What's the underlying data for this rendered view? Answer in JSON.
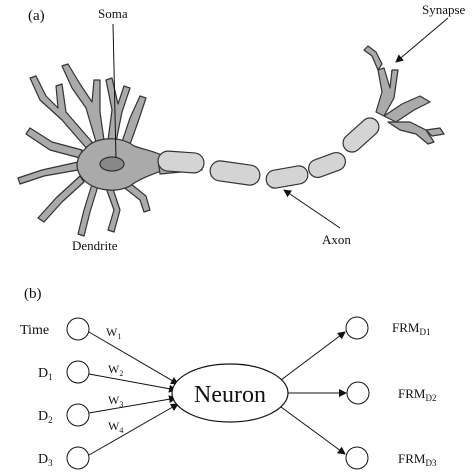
{
  "panel_a": {
    "label": "(a)",
    "soma_label": "Soma",
    "synapse_label": "Synapse",
    "dendrite_label": "Dendrite",
    "axon_label": "Axon"
  },
  "panel_b": {
    "label": "(b)",
    "inputs": [
      {
        "main": "Time",
        "sub": ""
      },
      {
        "main": "D",
        "sub": "1"
      },
      {
        "main": "D",
        "sub": "2"
      },
      {
        "main": "D",
        "sub": "3"
      }
    ],
    "weights": [
      {
        "main": "W",
        "sub": "1"
      },
      {
        "main": "W",
        "sub": "2"
      },
      {
        "main": "W",
        "sub": "3"
      },
      {
        "main": "W",
        "sub": "4"
      }
    ],
    "neuron_label": "Neuron",
    "outputs": [
      {
        "main": "FRM",
        "sub": "D1"
      },
      {
        "main": "FRM",
        "sub": "D2"
      },
      {
        "main": "FRM",
        "sub": "D3"
      }
    ]
  }
}
